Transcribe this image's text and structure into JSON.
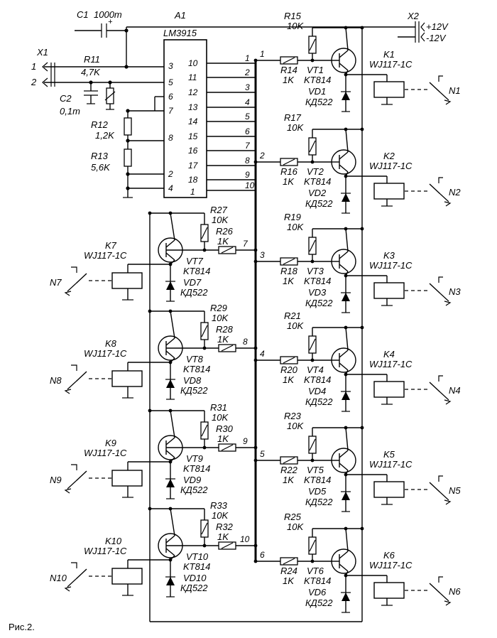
{
  "ic": {
    "ref": "A1",
    "model": "LM3915",
    "left_pins": [
      "3",
      "5",
      "6",
      "7",
      "8",
      "2",
      "4"
    ],
    "right_pins": [
      "10",
      "11",
      "12",
      "13",
      "14",
      "15",
      "16",
      "17",
      "18",
      "1"
    ]
  },
  "bus_labels": [
    "1",
    "2",
    "3",
    "4",
    "5",
    "6",
    "7",
    "8",
    "9",
    "10"
  ],
  "caps": {
    "c1": {
      "ref": "C1",
      "value": "1000m",
      "plus": "+"
    },
    "c2": {
      "ref": "C2",
      "value": "0,1m"
    }
  },
  "resistors_in": {
    "r11": {
      "ref": "R11",
      "value": "4,7K"
    },
    "r12": {
      "ref": "R12",
      "value": "1,2K"
    },
    "r13": {
      "ref": "R13",
      "value": "5,6K"
    }
  },
  "connectors": {
    "x1": {
      "ref": "X1",
      "pin1": "1",
      "pin2": "2"
    },
    "x2": {
      "ref": "X2",
      "plus": "+12V",
      "minus": "-12V"
    }
  },
  "right_channels": [
    {
      "n": "1",
      "rb": "R15",
      "rbv": "10K",
      "rs": "R14",
      "rsv": "1K",
      "vt": "VT1",
      "vtt": "KT814",
      "vd": "VD1",
      "vdt": "КД522",
      "k": "K1",
      "kt": "WJ117-1C",
      "load": "N1"
    },
    {
      "n": "2",
      "rb": "R17",
      "rbv": "10K",
      "rs": "R16",
      "rsv": "1K",
      "vt": "VT2",
      "vtt": "KT814",
      "vd": "VD2",
      "vdt": "КД522",
      "k": "K2",
      "kt": "WJ117-1C",
      "load": "N2"
    },
    {
      "n": "3",
      "rb": "R19",
      "rbv": "10K",
      "rs": "R18",
      "rsv": "1K",
      "vt": "VT3",
      "vtt": "KT814",
      "vd": "VD3",
      "vdt": "КД522",
      "k": "K3",
      "kt": "WJ117-1C",
      "load": "N3"
    },
    {
      "n": "4",
      "rb": "R21",
      "rbv": "10K",
      "rs": "R20",
      "rsv": "1K",
      "vt": "VT4",
      "vtt": "KT814",
      "vd": "VD4",
      "vdt": "КД522",
      "k": "K4",
      "kt": "WJ117-1C",
      "load": "N4"
    },
    {
      "n": "5",
      "rb": "R23",
      "rbv": "10K",
      "rs": "R22",
      "rsv": "1K",
      "vt": "VT5",
      "vtt": "KT814",
      "vd": "VD5",
      "vdt": "КД522",
      "k": "K5",
      "kt": "WJ117-1C",
      "load": "N5"
    },
    {
      "n": "6",
      "rb": "R25",
      "rbv": "10K",
      "rs": "R24",
      "rsv": "1K",
      "vt": "VT6",
      "vtt": "KT814",
      "vd": "VD6",
      "vdt": "КД522",
      "k": "K6",
      "kt": "WJ117-1C",
      "load": "N6"
    }
  ],
  "left_channels": [
    {
      "n": "7",
      "rb": "R27",
      "rbv": "10K",
      "rs": "R26",
      "rsv": "1K",
      "vt": "VT7",
      "vtt": "KT814",
      "vd": "VD7",
      "vdt": "КД522",
      "k": "K7",
      "kt": "WJ117-1C",
      "load": "N7"
    },
    {
      "n": "8",
      "rb": "R29",
      "rbv": "10K",
      "rs": "R28",
      "rsv": "1K",
      "vt": "VT8",
      "vtt": "KT814",
      "vd": "VD8",
      "vdt": "КД522",
      "k": "K8",
      "kt": "WJ117-1C",
      "load": "N8"
    },
    {
      "n": "9",
      "rb": "R31",
      "rbv": "10K",
      "rs": "R30",
      "rsv": "1K",
      "vt": "VT9",
      "vtt": "KT814",
      "vd": "VD9",
      "vdt": "КД522",
      "k": "K9",
      "kt": "WJ117-1C",
      "load": "N9"
    },
    {
      "n": "10",
      "rb": "R33",
      "rbv": "10K",
      "rs": "R32",
      "rsv": "1K",
      "vt": "VT10",
      "vtt": "KT814",
      "vd": "VD10",
      "vdt": "КД522",
      "k": "K10",
      "kt": "WJ117-1C",
      "load": "N10"
    }
  ],
  "figure_caption": "Рис.2."
}
